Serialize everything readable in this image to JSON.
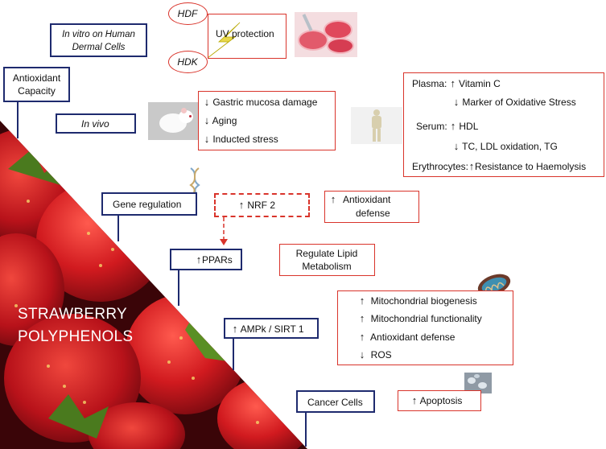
{
  "title": "STRAWBERRY POLYPHENOLS",
  "title_lines": [
    "STRAWBERRY",
    "POLYPHENOLS"
  ],
  "left_labels": {
    "in_vitro": [
      "In vitro on Human",
      "Dermal Cells"
    ],
    "antioxidant_capacity": [
      "Antioxidant",
      "Capacity"
    ],
    "in_vivo": "In vivo",
    "gene_regulation": "Gene regulation",
    "ppars": "PPARs",
    "ampk": "AMPk / SIRT 1",
    "cancer_cells": "Cancer Cells"
  },
  "hdf": "HDF",
  "hdk": "HDK",
  "uv_protection": "UV protection",
  "in_vivo_effects": [
    {
      "dir": "down",
      "text": "Gastric mucosa damage"
    },
    {
      "dir": "down",
      "text": "Aging"
    },
    {
      "dir": "down",
      "text": "Inducted stress"
    }
  ],
  "blood": {
    "plasma_label": "Plasma:",
    "plasma_items": [
      {
        "dir": "up",
        "text": "Vitamin C"
      },
      {
        "dir": "down",
        "text": "Marker of Oxidative Stress"
      }
    ],
    "serum_label": "Serum:",
    "serum_items": [
      {
        "dir": "up",
        "text": "HDL"
      },
      {
        "dir": "down",
        "text": "TC, LDL oxidation, TG"
      }
    ],
    "erythro_label": "Erythrocytes:",
    "erythro_items": [
      {
        "dir": "up",
        "text": "Resistance to Haemolysis"
      }
    ]
  },
  "nrf2": "NRF 2",
  "antioxidant_defense": [
    "Antioxidant",
    "defense"
  ],
  "regulate_lipid": [
    "Regulate Lipid",
    "Metabolism"
  ],
  "mito_effects": [
    {
      "dir": "up",
      "text": "Mitochondrial biogenesis"
    },
    {
      "dir": "up",
      "text": "Mitochondrial functionality"
    },
    {
      "dir": "up",
      "text": "Antioxidant defense"
    },
    {
      "dir": "down",
      "text": "ROS"
    }
  ],
  "apoptosis": "Apoptosis",
  "arrows": {
    "up": "↑",
    "down": "↓"
  },
  "colors": {
    "navy": "#1e2a6e",
    "red": "#d9342b",
    "strawberry": "#c8161d",
    "leaf": "#4a7a1e"
  }
}
